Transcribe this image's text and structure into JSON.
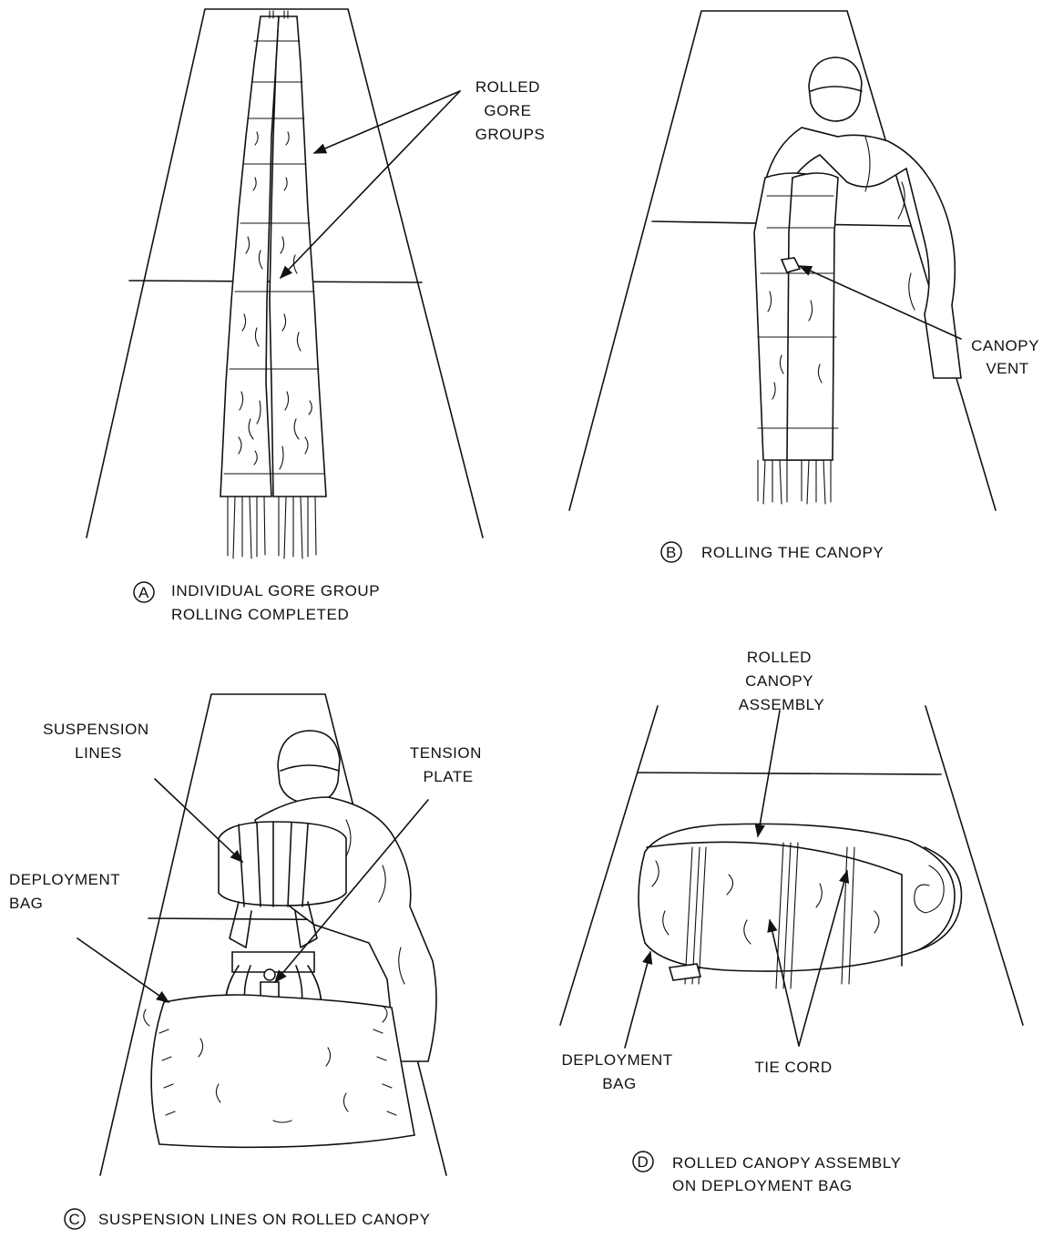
{
  "panels": {
    "a": {
      "letter": "A",
      "caption_lines": [
        "INDIVIDUAL GORE GROUP",
        "ROLLING COMPLETED"
      ],
      "callout_lines": [
        "ROLLED",
        "GORE",
        "GROUPS"
      ]
    },
    "b": {
      "letter": "B",
      "caption_lines": [
        "ROLLING THE CANOPY"
      ],
      "callout_lines": [
        "CANOPY",
        "VENT"
      ]
    },
    "c": {
      "letter": "C",
      "caption_lines": [
        "SUSPENSION LINES ON ROLLED CANOPY"
      ],
      "callouts": {
        "suspension_lines": [
          "SUSPENSION",
          "LINES"
        ],
        "tension_plate": [
          "TENSION",
          "PLATE"
        ],
        "deployment_bag": [
          "DEPLOYMENT",
          "BAG"
        ]
      }
    },
    "d": {
      "letter": "D",
      "caption_lines": [
        "ROLLED CANOPY ASSEMBLY",
        "ON DEPLOYMENT BAG"
      ],
      "callouts": {
        "rolled_canopy_assembly": [
          "ROLLED",
          "CANOPY",
          "ASSEMBLY"
        ],
        "deployment_bag": [
          "DEPLOYMENT",
          "BAG"
        ],
        "tie_cord": [
          "TIE CORD"
        ]
      }
    }
  }
}
